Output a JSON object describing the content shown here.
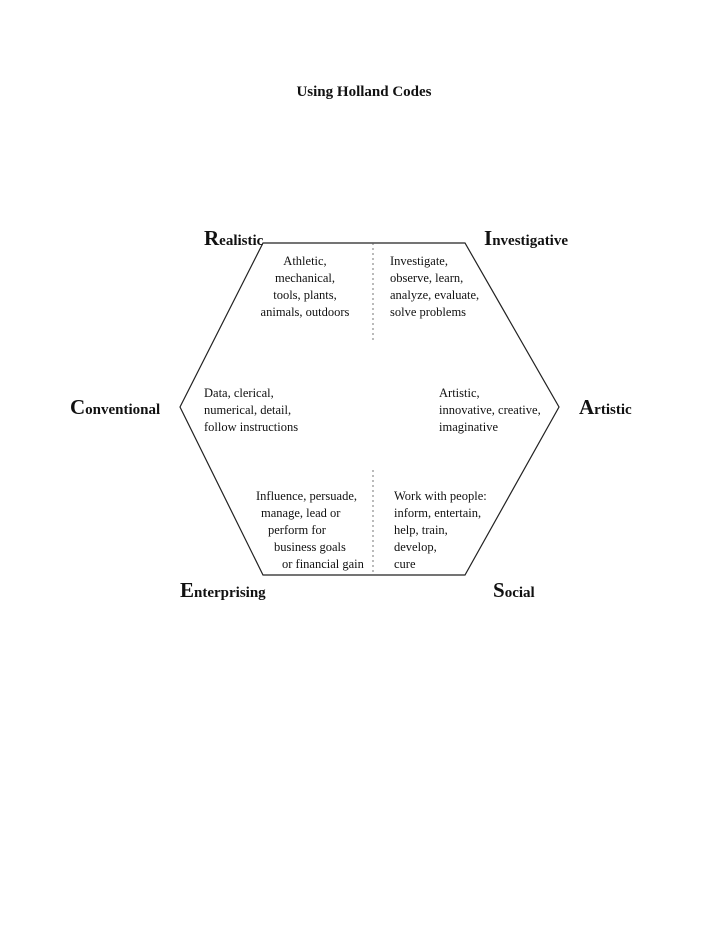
{
  "title": "Using Holland Codes",
  "types": {
    "realistic": {
      "cap": "R",
      "rest": "ealistic"
    },
    "investigative": {
      "cap": "I",
      "rest": "nvestigative"
    },
    "conventional": {
      "cap": "C",
      "rest": "onventional"
    },
    "artistic": {
      "cap": "A",
      "rest": "rtistic"
    },
    "enterprising": {
      "cap": "E",
      "rest": "nterprising"
    },
    "social": {
      "cap": "S",
      "rest": "ocial"
    }
  },
  "descriptions": {
    "realistic": [
      "Athletic,",
      "mechanical,",
      "tools, plants,",
      "animals, outdoors"
    ],
    "investigative": [
      "Investigate,",
      "observe, learn,",
      "analyze, evaluate,",
      "solve problems"
    ],
    "conventional": [
      "Data, clerical,",
      "numerical, detail,",
      "follow instructions"
    ],
    "artistic": [
      "Artistic,",
      "innovative, creative,",
      "imaginative"
    ],
    "enterprising": [
      "Influence, persuade,",
      "manage, lead or",
      "perform for",
      "business goals",
      "or financial gain"
    ],
    "social": [
      "Work with people:",
      "inform, entertain,",
      "help, train,",
      "develop,",
      "cure"
    ]
  }
}
